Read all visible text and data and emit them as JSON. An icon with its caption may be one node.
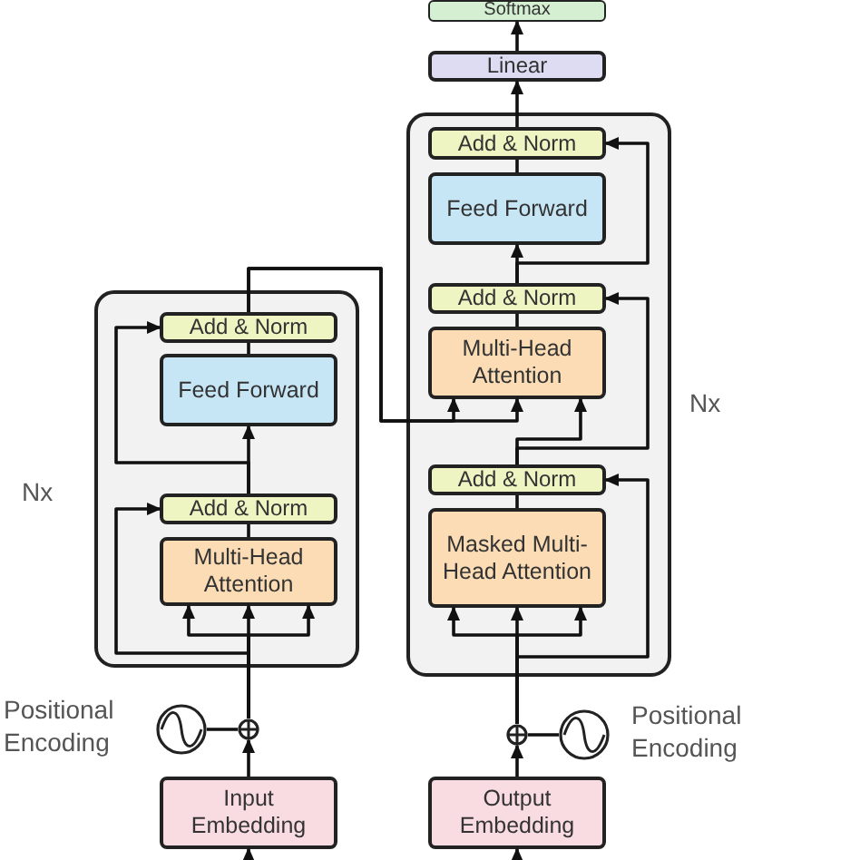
{
  "diagram": {
    "nodes": [
      {
        "text": [],
        "shape": "box",
        "beside": [
          "Nx"
        ]
      },
      {
        "text": [
          "Add & Norm"
        ],
        "in": 0
      },
      {
        "text": [
          "Feed Forward"
        ],
        "in": 0
      },
      {
        "text": [
          "Add & Norm"
        ],
        "in": 0
      },
      {
        "text": [
          "Multi-Head Attention"
        ],
        "in": 0
      },
      {
        "text": [],
        "shape": "circle"
      },
      {
        "text": [],
        "shape": "circle",
        "beside": [
          "Positional Encoding"
        ]
      },
      {
        "text": [
          "Input Embedding"
        ]
      },
      {
        "text": [
          "Softmax"
        ]
      },
      {
        "text": [
          "Linear"
        ]
      },
      {
        "text": [],
        "shape": "box",
        "beside": [
          "Nx"
        ]
      },
      {
        "text": [
          "Add & Norm"
        ],
        "in": 10
      },
      {
        "text": [
          "Feed Forward"
        ],
        "in": 10
      },
      {
        "text": [
          "Add & Norm"
        ],
        "in": 10
      },
      {
        "text": [
          "Multi-Head Attention"
        ],
        "in": 10
      },
      {
        "text": [
          "Add & Norm"
        ],
        "in": 10
      },
      {
        "text": [
          "Masked Multi-Head Attention"
        ],
        "in": 10
      },
      {
        "text": [],
        "shape": "circle"
      },
      {
        "text": [],
        "shape": "circle",
        "beside": [
          "Positional Encoding"
        ]
      },
      {
        "text": [
          "Output Embedding"
        ]
      }
    ],
    "edges": [
      {
        "from": null,
        "to": 7,
        "arrow": "to"
      },
      {
        "from": 7,
        "to": 5,
        "arrow": "to"
      },
      {
        "from": 6,
        "to": 5,
        "arrow": "none"
      },
      {
        "from": 5,
        "to": 4,
        "arrow": "to"
      },
      {
        "from": 5,
        "to": 4,
        "arrow": "to"
      },
      {
        "from": 5,
        "to": 4,
        "arrow": "to"
      },
      {
        "from": 5,
        "to": 3,
        "arrow": "to"
      },
      {
        "from": 4,
        "to": 3,
        "arrow": "none"
      },
      {
        "from": 3,
        "to": 2,
        "arrow": "to"
      },
      {
        "from": 3,
        "to": 1,
        "arrow": "to"
      },
      {
        "from": 2,
        "to": 1,
        "arrow": "none"
      },
      {
        "from": 1,
        "to": 14,
        "arrow": "to"
      },
      {
        "from": 1,
        "to": 14,
        "arrow": "to"
      },
      {
        "from": null,
        "to": 19,
        "arrow": "to"
      },
      {
        "from": 19,
        "to": 17,
        "arrow": "to"
      },
      {
        "from": 18,
        "to": 17,
        "arrow": "none"
      },
      {
        "from": 17,
        "to": 16,
        "arrow": "to"
      },
      {
        "from": 17,
        "to": 16,
        "arrow": "to"
      },
      {
        "from": 17,
        "to": 16,
        "arrow": "to"
      },
      {
        "from": 17,
        "to": 15,
        "arrow": "to"
      },
      {
        "from": 16,
        "to": 15,
        "arrow": "none"
      },
      {
        "from": 15,
        "to": 14,
        "arrow": "to"
      },
      {
        "from": 15,
        "to": 13,
        "arrow": "to"
      },
      {
        "from": 14,
        "to": 13,
        "arrow": "none"
      },
      {
        "from": 13,
        "to": 12,
        "arrow": "to"
      },
      {
        "from": 13,
        "to": 11,
        "arrow": "to"
      },
      {
        "from": 12,
        "to": 11,
        "arrow": "none"
      },
      {
        "from": 11,
        "to": 9,
        "arrow": "to"
      },
      {
        "from": 9,
        "to": 8,
        "arrow": "to"
      }
    ]
  }
}
